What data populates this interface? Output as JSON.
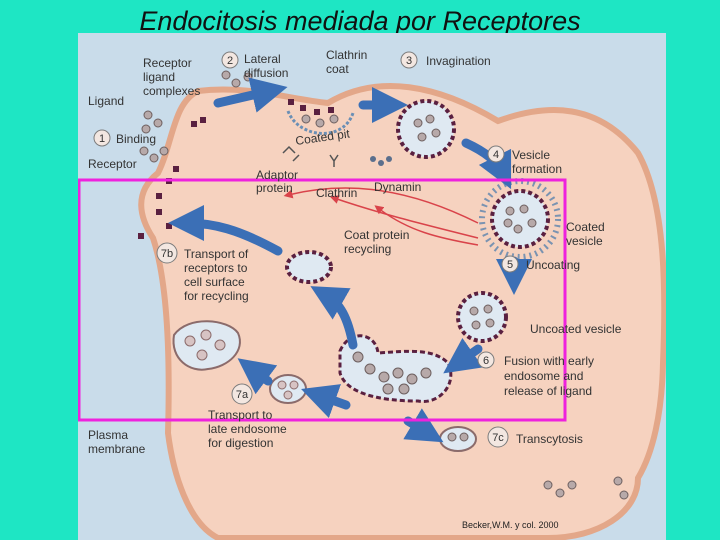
{
  "slide": {
    "title": "Endocitosis mediada por Receptores",
    "citation": "Becker,W.M. y col. 2000"
  },
  "colors": {
    "background": "#1ee6c4",
    "figure_bg": "#c9dcea",
    "cell": "#f6d2bf",
    "cell_outline": "#e3a789",
    "arrow_blue": "#3b6fb6",
    "arrow_red": "#d9434a",
    "highlight_box": "#ee22dd",
    "receptor": "#5a2040",
    "ligand": "#b7a9a9"
  },
  "labels": {
    "receptor_ligand": [
      "Receptor",
      "ligand",
      "complexes"
    ],
    "step2_num": "2",
    "step2": [
      "Lateral",
      "diffusion"
    ],
    "clathrin_coat": [
      "Clathrin",
      "coat"
    ],
    "step3_num": "3",
    "step3": "Invagination",
    "ligand": "Ligand",
    "step1_num": "1",
    "step1": "Binding",
    "coated_pit": "Coated pit",
    "receptor": "Receptor",
    "step4_num": "4",
    "step4": [
      "Vesicle",
      "formation"
    ],
    "adaptor": [
      "Adaptor",
      "protein"
    ],
    "clathrin": "Clathrin",
    "dynamin": "Dynamin",
    "coat_recycling": [
      "Coat protein",
      "recycling"
    ],
    "coated_vesicle": [
      "Coated",
      "vesicle"
    ],
    "step7b_num": "7b",
    "step7b": [
      "Transport of",
      "receptors to",
      "cell surface",
      "for recycling"
    ],
    "step5_num": "5",
    "step5": "Uncoating",
    "uncoated_vesicle": "Uncoated vesicle",
    "step6_num": "6",
    "step6": [
      "Fusion with early",
      "endosome and",
      "release of ligand"
    ],
    "step7a_num": "7a",
    "step7a": [
      "Transport to",
      "late endosome",
      "for digestion"
    ],
    "plasma_membrane": [
      "Plasma",
      "membrane"
    ],
    "step7c_num": "7c",
    "step7c": "Transcytosis"
  }
}
